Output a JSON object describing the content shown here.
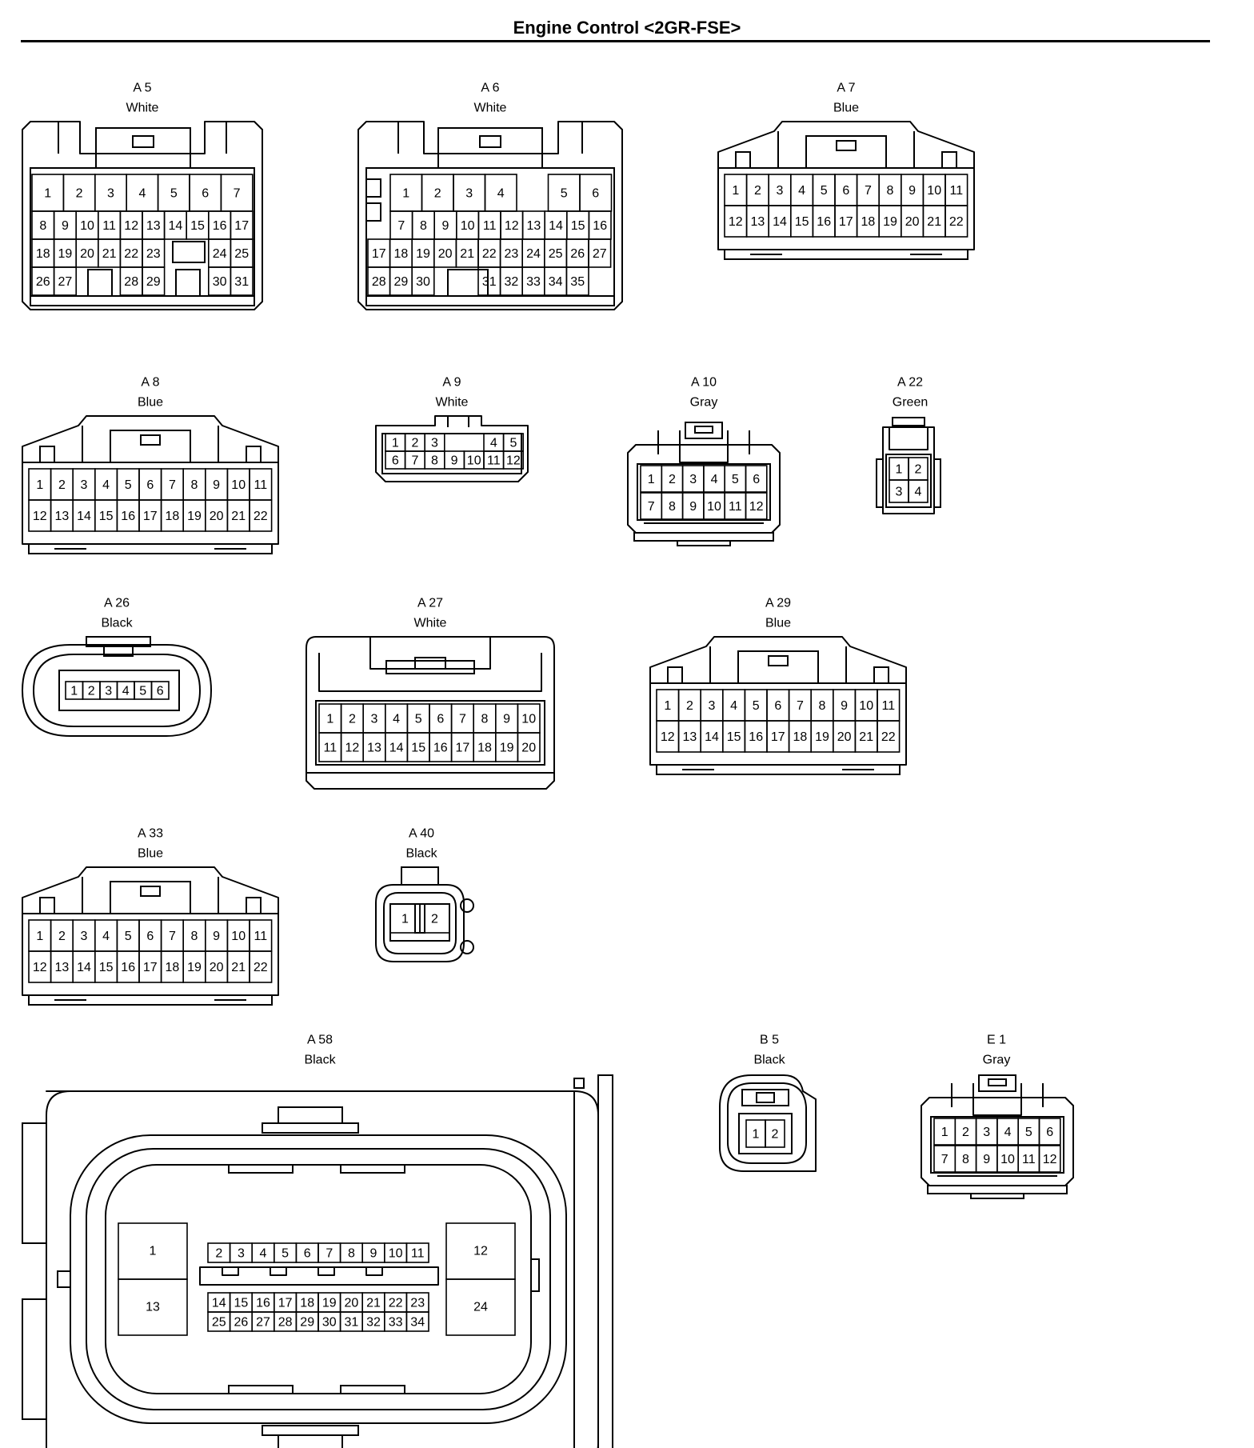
{
  "page": {
    "title": "Engine Control <2GR-FSE>"
  },
  "connectors": [
    {
      "id": "A5",
      "label": "A 5",
      "color": "White",
      "type": "a5",
      "rows": [
        [
          "1",
          "2",
          "3",
          "4",
          "5",
          "6",
          "7"
        ],
        [
          "8",
          "9",
          "10",
          "11",
          "12",
          "13",
          "14",
          "15",
          "16",
          "17"
        ],
        [
          "18",
          "19",
          "20",
          "21",
          "22",
          "23",
          "",
          "",
          "24",
          "25"
        ],
        [
          "26",
          "27",
          "",
          "",
          "28",
          "29",
          "",
          "",
          "30",
          "31"
        ]
      ]
    },
    {
      "id": "A6",
      "label": "A 6",
      "color": "White",
      "type": "a6",
      "rows": [
        [
          "1",
          "2",
          "3",
          "4",
          "",
          "5",
          "6"
        ],
        [
          "7",
          "8",
          "9",
          "10",
          "11",
          "12",
          "13",
          "14",
          "15",
          "16"
        ],
        [
          "17",
          "18",
          "19",
          "20",
          "21",
          "22",
          "23",
          "24",
          "25",
          "26",
          "27"
        ],
        [
          "28",
          "29",
          "30",
          "",
          "",
          "31",
          "32",
          "33",
          "34",
          "35"
        ]
      ]
    },
    {
      "id": "A7",
      "label": "A 7",
      "color": "Blue",
      "type": "wide22",
      "rows": [
        [
          "1",
          "2",
          "3",
          "4",
          "5",
          "6",
          "7",
          "8",
          "9",
          "10",
          "11"
        ],
        [
          "12",
          "13",
          "14",
          "15",
          "16",
          "17",
          "18",
          "19",
          "20",
          "21",
          "22"
        ]
      ]
    },
    {
      "id": "A8",
      "label": "A 8",
      "color": "Blue",
      "type": "wide22",
      "rows": [
        [
          "1",
          "2",
          "3",
          "4",
          "5",
          "6",
          "7",
          "8",
          "9",
          "10",
          "11"
        ],
        [
          "12",
          "13",
          "14",
          "15",
          "16",
          "17",
          "18",
          "19",
          "20",
          "21",
          "22"
        ]
      ]
    },
    {
      "id": "A9",
      "label": "A 9",
      "color": "White",
      "type": "a9",
      "rows": [
        [
          "1",
          "2",
          "3",
          "",
          "",
          "4",
          "5"
        ],
        [
          "6",
          "7",
          "8",
          "9",
          "10",
          "11",
          "12"
        ]
      ]
    },
    {
      "id": "A10",
      "label": "A 10",
      "color": "Gray",
      "type": "twelve",
      "rows": [
        [
          "1",
          "2",
          "3",
          "4",
          "5",
          "6"
        ],
        [
          "7",
          "8",
          "9",
          "10",
          "11",
          "12"
        ]
      ]
    },
    {
      "id": "A22",
      "label": "A 22",
      "color": "Green",
      "type": "four",
      "rows": [
        [
          "1",
          "2"
        ],
        [
          "3",
          "4"
        ]
      ]
    },
    {
      "id": "A26",
      "label": "A 26",
      "color": "Black",
      "type": "oval6",
      "rows": [
        [
          "1",
          "2",
          "3",
          "4",
          "5",
          "6"
        ]
      ]
    },
    {
      "id": "A27",
      "label": "A 27",
      "color": "White",
      "type": "twenty",
      "rows": [
        [
          "1",
          "2",
          "3",
          "4",
          "5",
          "6",
          "7",
          "8",
          "9",
          "10"
        ],
        [
          "11",
          "12",
          "13",
          "14",
          "15",
          "16",
          "17",
          "18",
          "19",
          "20"
        ]
      ]
    },
    {
      "id": "A29",
      "label": "A 29",
      "color": "Blue",
      "type": "wide22",
      "rows": [
        [
          "1",
          "2",
          "3",
          "4",
          "5",
          "6",
          "7",
          "8",
          "9",
          "10",
          "11"
        ],
        [
          "12",
          "13",
          "14",
          "15",
          "16",
          "17",
          "18",
          "19",
          "20",
          "21",
          "22"
        ]
      ]
    },
    {
      "id": "A33",
      "label": "A 33",
      "color": "Blue",
      "type": "wide22",
      "rows": [
        [
          "1",
          "2",
          "3",
          "4",
          "5",
          "6",
          "7",
          "8",
          "9",
          "10",
          "11"
        ],
        [
          "12",
          "13",
          "14",
          "15",
          "16",
          "17",
          "18",
          "19",
          "20",
          "21",
          "22"
        ]
      ]
    },
    {
      "id": "A40",
      "label": "A 40",
      "color": "Black",
      "type": "round2",
      "rows": [
        [
          "1",
          "2"
        ]
      ]
    },
    {
      "id": "A58",
      "label": "A 58",
      "color": "Black",
      "type": "ecu34",
      "big": [
        "1",
        "13",
        "12",
        "24"
      ],
      "rows": [
        [
          "2",
          "3",
          "4",
          "5",
          "6",
          "7",
          "8",
          "9",
          "10",
          "11"
        ],
        [
          "14",
          "15",
          "16",
          "17",
          "18",
          "19",
          "20",
          "21",
          "22",
          "23"
        ],
        [
          "25",
          "26",
          "27",
          "28",
          "29",
          "30",
          "31",
          "32",
          "33",
          "34"
        ]
      ]
    },
    {
      "id": "B5",
      "label": "B 5",
      "color": "Black",
      "type": "b5",
      "rows": [
        [
          "1",
          "2"
        ]
      ]
    },
    {
      "id": "E1",
      "label": "E 1",
      "color": "Gray",
      "type": "twelve",
      "rows": [
        [
          "1",
          "2",
          "3",
          "4",
          "5",
          "6"
        ],
        [
          "7",
          "8",
          "9",
          "10",
          "11",
          "12"
        ]
      ]
    }
  ]
}
